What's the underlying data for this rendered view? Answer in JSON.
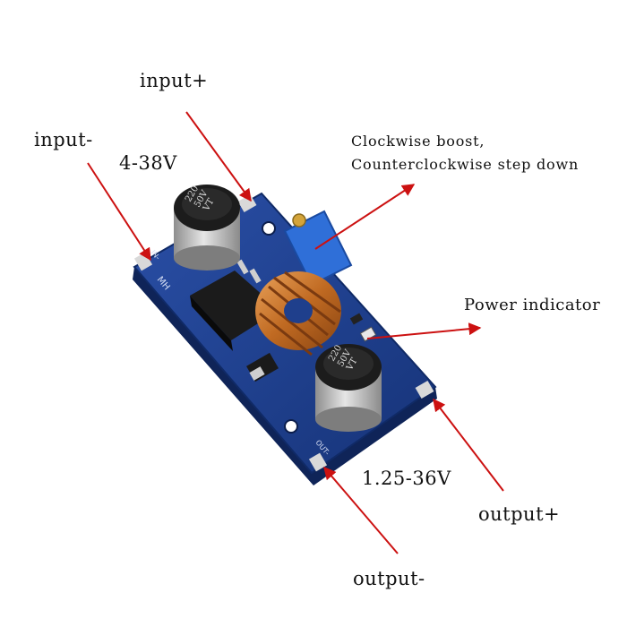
{
  "labels": {
    "input_plus": "input+",
    "input_minus": "input-",
    "input_voltage": "4-38V",
    "pot_line1": "Clockwise boost,",
    "pot_line2": "Counterclockwise step down",
    "power_indicator": "Power indicator",
    "output_voltage": "1.25-36V",
    "output_plus": "output+",
    "output_minus": "output-"
  },
  "board": {
    "capacitor_value": "220",
    "capacitor_voltage": "50V",
    "capacitor_series": "VT",
    "silk_mh": "MH",
    "silk_in": "IN-",
    "silk_out": "OUT-"
  },
  "colors": {
    "pcb": "#1f3f8c",
    "arrow": "#cc1111",
    "coil": "#c8782e",
    "capacitor": "#b9b9b9"
  }
}
